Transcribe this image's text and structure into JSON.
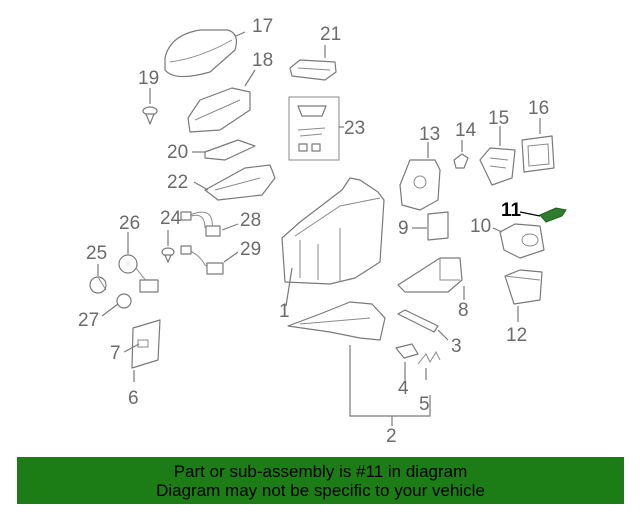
{
  "callouts": {
    "n1": "1",
    "n2": "2",
    "n3": "3",
    "n4": "4",
    "n5": "5",
    "n6": "6",
    "n7": "7",
    "n8": "8",
    "n9": "9",
    "n10": "10",
    "n11": "11",
    "n12": "12",
    "n13": "13",
    "n14": "14",
    "n15": "15",
    "n16": "16",
    "n17": "17",
    "n18": "18",
    "n19": "19",
    "n20": "20",
    "n21": "21",
    "n22": "22",
    "n23": "23",
    "n24": "24",
    "n25": "25",
    "n26": "26",
    "n27": "27",
    "n28": "28",
    "n29": "29"
  },
  "highlight": {
    "part": "11",
    "color": "#2e7d2e",
    "banner_color": "#1c7d16"
  },
  "banner": {
    "line1": "Part or sub-assembly is #11 in diagram",
    "line2": "Diagram may not be specific to your vehicle"
  }
}
